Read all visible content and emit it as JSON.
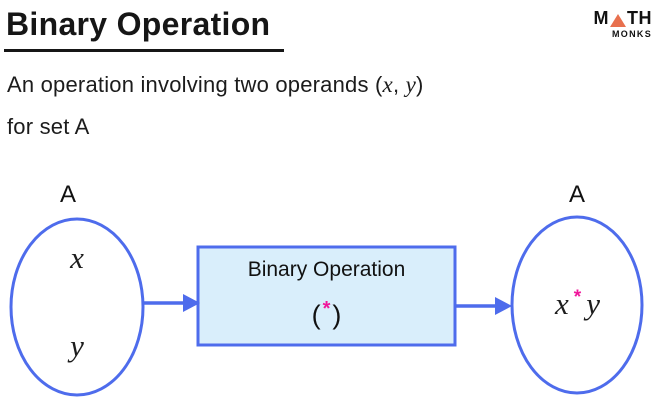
{
  "page": {
    "title": "Binary Operation"
  },
  "logo": {
    "word_prefix": "M",
    "word_suffix": "TH",
    "subtext": "MONKS"
  },
  "description": {
    "line1_prefix": "An operation involving two operands (",
    "operand1": "x",
    "separator": ", ",
    "operand2": "y",
    "line1_suffix": ")",
    "line2": "for set A"
  },
  "diagram": {
    "left_set_label": "A",
    "left_elements": {
      "top": "x",
      "bottom": "y"
    },
    "box_title": "Binary Operation",
    "box_paren_open": "(",
    "box_operator": "*",
    "box_paren_close": ")",
    "right_set_label": "A",
    "result": {
      "operand1": "x",
      "operator": "*",
      "operand2": "y"
    }
  },
  "colors": {
    "shape_blue": "#4e6cec",
    "box_fill": "#d9eefb",
    "operator_pink": "#f0179b",
    "logo_triangle_orange": "#e8704e",
    "text_black": "#161616"
  }
}
